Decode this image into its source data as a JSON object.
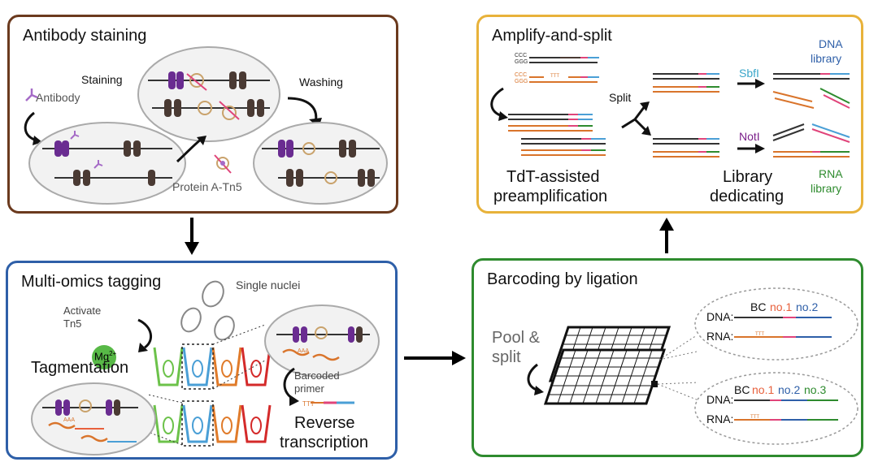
{
  "antibody_staining": {
    "title": "Antibody staining",
    "antibody_label": "Antibody",
    "staining_label": "Staining",
    "washing_label": "Washing",
    "protein_label": "Protein A-Tn5"
  },
  "multi_omics": {
    "title": "Multi-omics tagging",
    "single_nuclei": "Single nuclei",
    "activate_line1": "Activate",
    "activate_line2": "Tn5",
    "mg_label": "Mg",
    "mg_charge": "2+",
    "tagmentation": "Tagmentation",
    "barcoded_line1": "Barcoded",
    "barcoded_line2": "primer",
    "rt_line1": "Reverse",
    "rt_line2": "transcription",
    "aaa": "AAA",
    "ttt": "TTT"
  },
  "amplify": {
    "title": "Amplify-and-split",
    "ccc": "CCC",
    "ggg": "GGG",
    "split": "Split",
    "sbfi": "SbfI",
    "noti": "NotI",
    "dna_line1": "DNA",
    "dna_line2": "library",
    "rna_line1": "RNA",
    "rna_line2": "library",
    "tdt_line1": "TdT-assisted",
    "tdt_line2": "preamplification",
    "lib_line1": "Library",
    "lib_line2": "dedicating",
    "ttt": "TTT"
  },
  "barcoding": {
    "title": "Barcoding by ligation",
    "pool_line1": "Pool &",
    "pool_line2": "split",
    "top": {
      "dna": "DNA:",
      "rna": "RNA:",
      "bc": "BC",
      "no1": "no.1",
      "no2": "no.2"
    },
    "bottom": {
      "dna": "DNA:",
      "rna": "RNA:",
      "bc": "BC",
      "no1": "no.1",
      "no2": "no.2",
      "no3": "no.3"
    },
    "ttt": "TTT"
  },
  "colors": {
    "brown_border": "#6b3a1e",
    "blue_border": "#2e5fa8",
    "yellow_border": "#e8b23a",
    "green_border": "#2e8b2e",
    "nucleosome_purple": "#6a2c91",
    "nucleosome_brown": "#4a3a33",
    "mg_green": "#58b947",
    "sbfi_color": "#3aa6c9",
    "noti_color": "#7a1f8a",
    "dna_library_color": "#2e5fa8",
    "rna_library_color": "#2e8b2e",
    "bc_no1_color": "#e8603c",
    "bc_no2_color": "#2e5fa8",
    "bc_no3_color": "#2e8b2e",
    "rna_strand": "#d9742b",
    "tube_green": "#6cc24a",
    "tube_blue": "#4a9fd6",
    "tube_orange": "#e07b2a",
    "tube_red": "#d42a2a"
  }
}
